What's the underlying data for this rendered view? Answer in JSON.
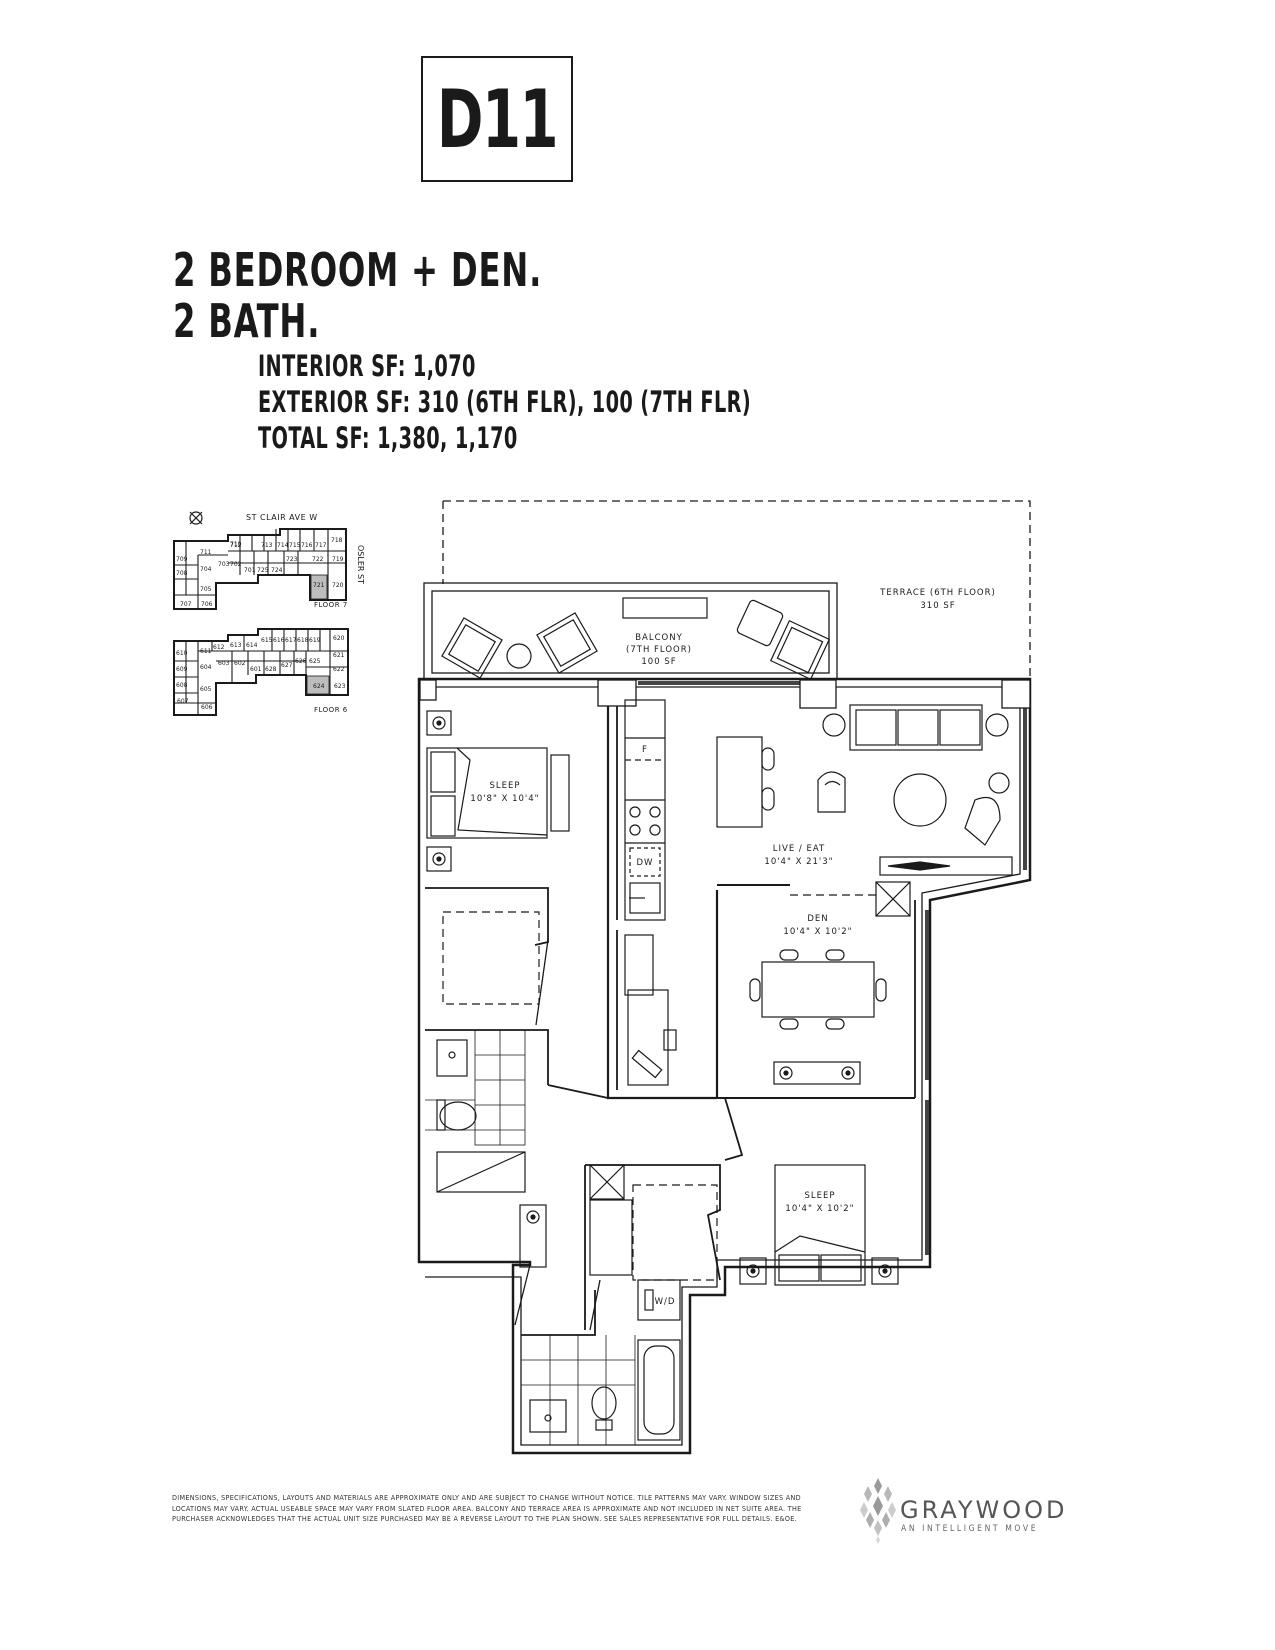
{
  "unit_code": "D11",
  "headline": {
    "bedrooms": "2 BEDROOM + DEN.",
    "baths": "2 BATH."
  },
  "square_footage": {
    "interior": "INTERIOR SF: 1,070",
    "exterior": "EXTERIOR SF: 310 (6TH FLR), 100 (7TH FLR)",
    "total": "TOTAL SF: 1,380, 1,170"
  },
  "keyplan": {
    "street_north": "ST CLAIR AVE W",
    "street_east": "OSLER ST",
    "floor7_label": "FLOOR 7",
    "floor6_label": "FLOOR 6",
    "floor7_units": [
      "718",
      "712",
      "713",
      "714",
      "715",
      "716",
      "717",
      "711",
      "710",
      "709",
      "708",
      "704",
      "703",
      "702",
      "701",
      "725",
      "724",
      "723",
      "722",
      "719",
      "721",
      "720",
      "705",
      "707",
      "706"
    ],
    "floor6_units": [
      "615",
      "616",
      "617",
      "618",
      "619",
      "620",
      "614",
      "613",
      "612",
      "611",
      "610",
      "609",
      "608",
      "607",
      "606",
      "605",
      "604",
      "603",
      "602",
      "601",
      "628",
      "627",
      "626",
      "625",
      "621",
      "622",
      "624",
      "623"
    ],
    "highlight_floor7": "721",
    "highlight_floor6": "624"
  },
  "rooms": {
    "terrace": {
      "name": "TERRACE (6TH FLOOR)",
      "area": "310 SF"
    },
    "balcony": {
      "name": "BALCONY",
      "floor": "(7TH FLOOR)",
      "area": "100 SF"
    },
    "sleep1": {
      "name": "SLEEP",
      "dims": "10'8\" X 10'4\""
    },
    "live_eat": {
      "name": "LIVE / EAT",
      "dims": "10'4\" X 21'3\""
    },
    "den": {
      "name": "DEN",
      "dims": "10'4\" X 10'2\""
    },
    "sleep2": {
      "name": "SLEEP",
      "dims": "10'4\" X 10'2\""
    }
  },
  "appliance_labels": {
    "fridge": "F",
    "dishwasher": "DW",
    "washer_dryer": "W/D"
  },
  "disclaimer": "Dimensions, specifications, layouts and materials are approximate only and are subject to change without notice. Tile patterns may vary. Window sizes and locations may vary. Actual useable space may vary from slated floor area. Balcony and terrace area is approximate and not included in net suite area. The purchaser acknowledges that the actual unit size purchased may be a reverse layout to the plan shown. See sales representative for full details. E&OE.",
  "brand": {
    "name": "GRAYWOOD",
    "tagline": "AN INTELLIGENT MOVE",
    "colors": {
      "logo_gray": "#9a9a9a",
      "text_gray": "#555555"
    }
  }
}
